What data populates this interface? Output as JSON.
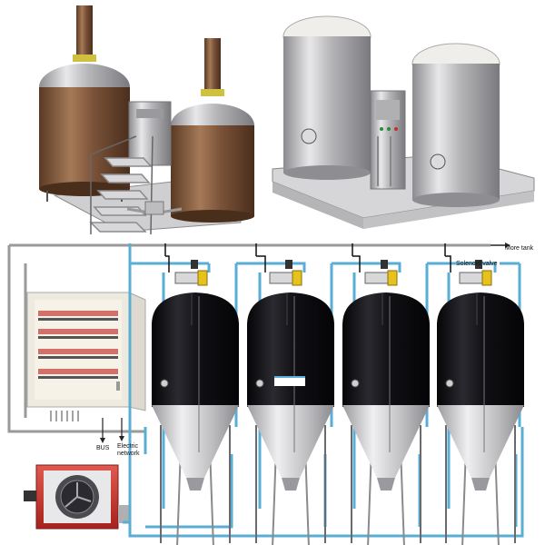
{
  "labels": {
    "more_tank": "More tank",
    "solenoid_valve": "Solenoid valve",
    "bus": "BUS",
    "electric": "Electric",
    "network": "network"
  },
  "colors": {
    "coolant_pipe": "#5aaed6",
    "frame": "#9a9a9a",
    "tank_dark": "#0e0e12",
    "tank_steel": "#c9c9cc",
    "valve_yellow": "#e6c21a",
    "chiller_red": "#c8322d"
  },
  "icons": {
    "brewhouse": "brewhouse-illustration-icon",
    "storage_tanks": "storage-tanks-illustration-icon",
    "control_cabinet": "control-cabinet-icon",
    "chiller": "chiller-unit-icon",
    "fermenter": "cylindroconical-fermenter-icon",
    "valve": "solenoid-valve-icon"
  }
}
